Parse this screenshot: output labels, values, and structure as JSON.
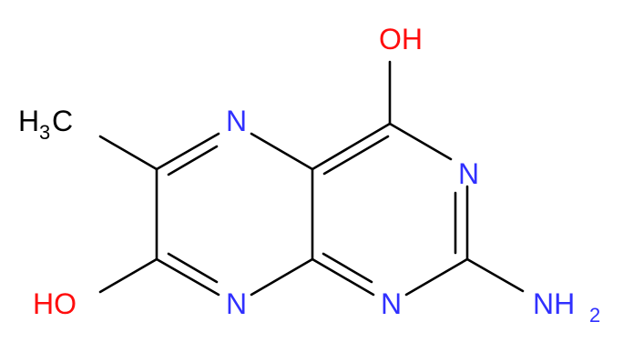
{
  "molecule": {
    "labels": {
      "oh_top": "OH",
      "n5": "N",
      "n3": "N",
      "n8": "N",
      "n1": "N",
      "oh_left": "HO",
      "methyl_h": "H",
      "methyl_sub": "3",
      "methyl_c": "C",
      "amino_nh": "NH",
      "amino_sub": "2"
    },
    "colors": {
      "bond": "#000000",
      "nitrogen": "#3030ff",
      "oxygen": "#ff0d0d",
      "carbon": "#000000"
    }
  }
}
